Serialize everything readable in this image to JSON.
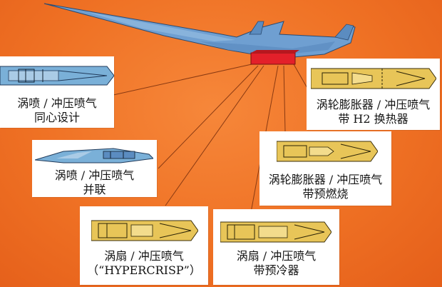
{
  "colors": {
    "background": "#ef7124",
    "aircraft_body": "#6f9fd1",
    "engine_box": "#e3202a",
    "engine_blue": "#7ab0d8",
    "engine_yellow": "#e8c558",
    "card": "#ffffff"
  },
  "concepts": [
    {
      "id": "turbojet-ramjet-concentric",
      "line1": "涡喷 / 冲压喷气",
      "line2": "同心设计",
      "engine_color": "engine_blue"
    },
    {
      "id": "turboexpander-ramjet-h2",
      "line1": "涡轮膨胀器 / 冲压喷气",
      "line2": "带 H2 换热器",
      "engine_color": "engine_yellow"
    },
    {
      "id": "turbojet-ramjet-parallel",
      "line1": "涡喷 / 冲压喷气",
      "line2": "并联",
      "engine_color": "engine_blue"
    },
    {
      "id": "turboexpander-ramjet-preburn",
      "line1": "涡轮膨胀器 / 冲压喷气",
      "line2": "带预燃烧",
      "engine_color": "engine_yellow"
    },
    {
      "id": "turbofan-ramjet-hypercrisp",
      "line1": "涡扇 / 冲压喷气",
      "line2": "（“HYPERCRISP”）",
      "engine_color": "engine_yellow"
    },
    {
      "id": "turbofan-ramjet-precool",
      "line1": "涡扇 / 冲压喷气",
      "line2": "带预冷器",
      "engine_color": "engine_yellow"
    }
  ]
}
